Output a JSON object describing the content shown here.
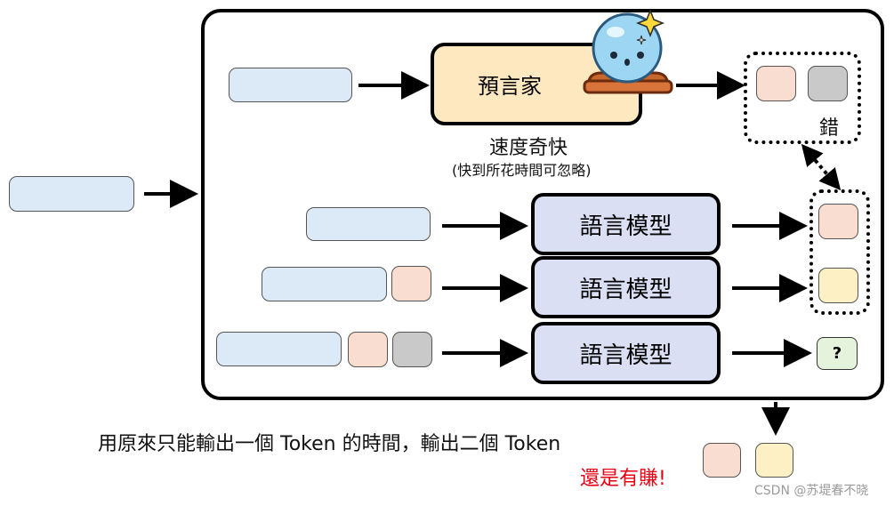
{
  "oracle": {
    "label": "預言家",
    "caption": "速度奇快",
    "subcaption": "(快到所花時間可忽略)"
  },
  "oracle_output": {
    "label": "錯"
  },
  "language_model": {
    "label": "語言模型"
  },
  "unknown_token": {
    "label": "?"
  },
  "footer": {
    "line1": "用原來只能輸出一個 Token 的時間，輸出二個 Token",
    "line2": "還是有賺!"
  },
  "watermark": "CSDN @苏堤春不晓",
  "colors": {
    "context_block": "#dce9f6",
    "token_peach": "#f8ddd0",
    "token_gray": "#c9c9c9",
    "token_yellow": "#fdf0c4",
    "oracle_fill": "#fde8bf",
    "model_fill": "#dadff3",
    "highlight_red": "#e60012"
  }
}
